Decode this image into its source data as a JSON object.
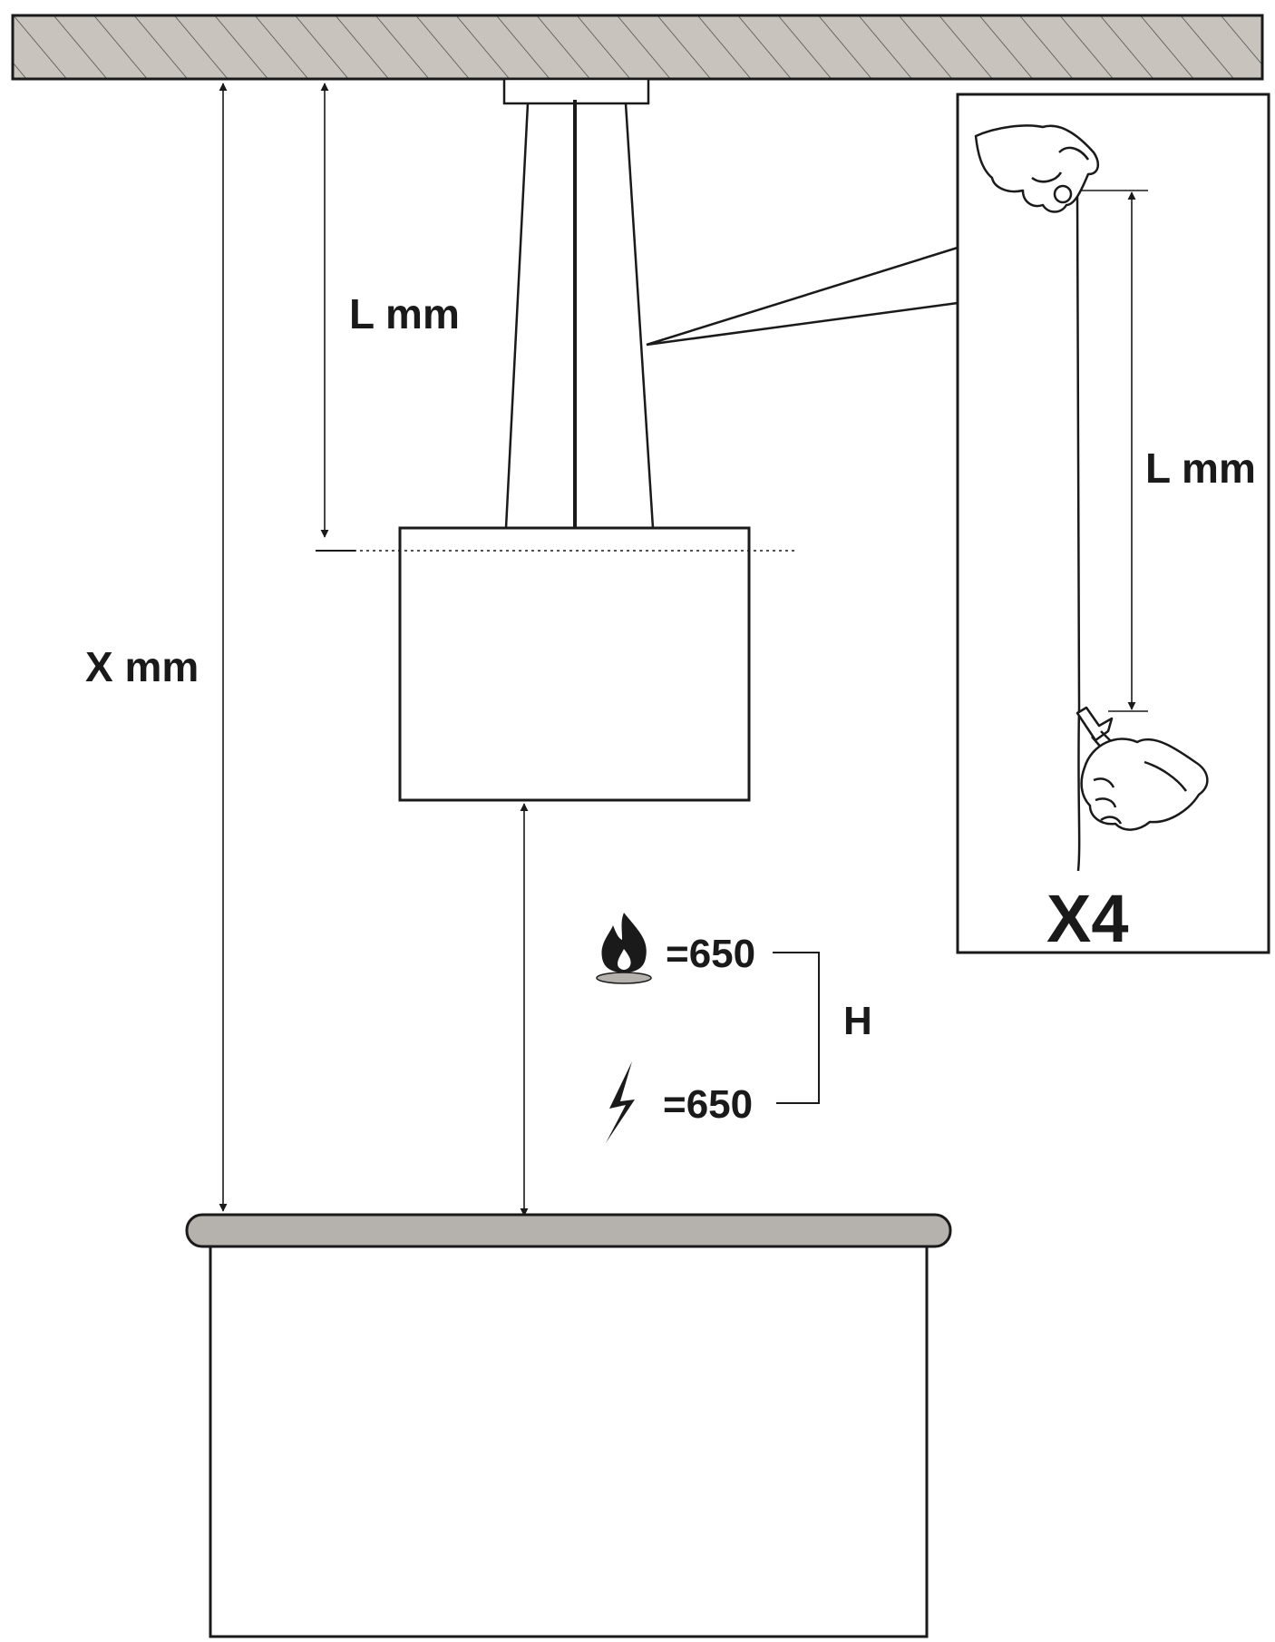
{
  "labels": {
    "l_mm_main": "L mm",
    "x_mm": "X mm",
    "l_mm_detail": "L mm",
    "gas_distance": "=650",
    "electric_distance": "=650",
    "h_label": "H",
    "x4": "X4"
  },
  "icons": {
    "gas": "gas-flame-icon",
    "electric": "lightning-bolt-icon",
    "hand_top": "hand-holding-cable-icon",
    "hand_bottom": "hand-with-cutter-icon"
  },
  "colors": {
    "line": "#1a1a1a",
    "ceiling_fill": "#c8c4bd",
    "countertop_fill": "#b5b2ad",
    "background": "#ffffff"
  }
}
